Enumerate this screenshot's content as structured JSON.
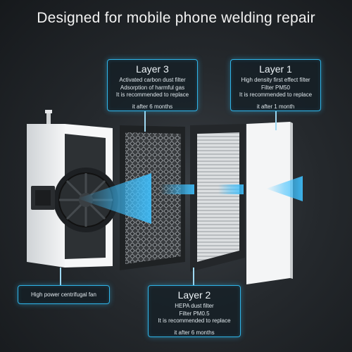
{
  "title": "Designed for mobile phone welding repair",
  "layer3": {
    "heading": "Layer 3",
    "lines": [
      "Activated carbon dust filter",
      "Adsorption of harmful gas",
      "It is recommended to replace"
    ],
    "footer": "it after 6 months"
  },
  "layer1": {
    "heading": "Layer 1",
    "lines": [
      "High density first effect filter",
      "Filter PM50",
      "It is recommended to replace"
    ],
    "footer": "it after 1 month"
  },
  "layer2": {
    "heading": "Layer 2",
    "lines": [
      "HEPA dust filter",
      "Filter PM0.5",
      "It is recommended to replace"
    ],
    "footer": "it after 6 months"
  },
  "fan": {
    "label": "High power centrifugal fan"
  },
  "colors": {
    "accent": "#2fb4e8",
    "background": "#25292d"
  }
}
